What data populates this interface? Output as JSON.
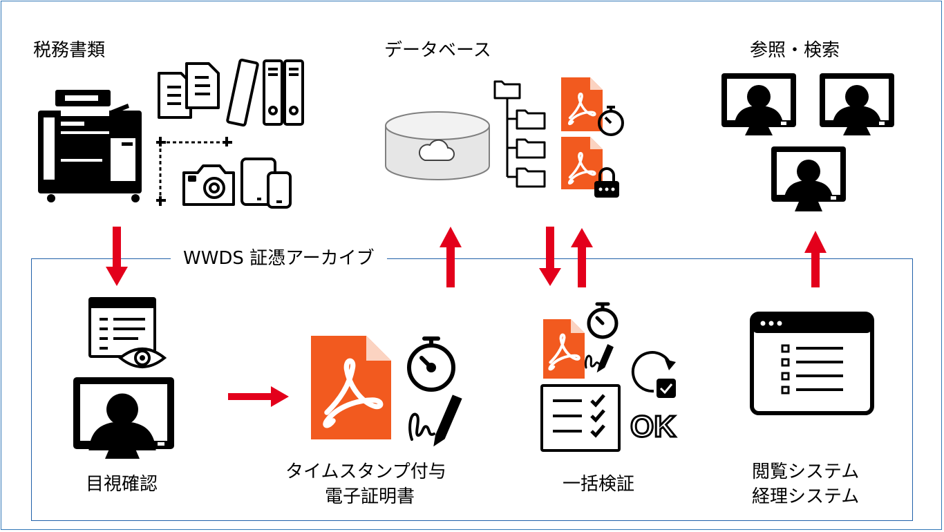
{
  "labels": {
    "tax_documents": "税務書類",
    "database": "データベース",
    "reference_search": "参照・検索",
    "archive_title": "WWDS 証憑アーカイブ",
    "visual_check": "目視確認",
    "timestamp_line1": "タイムスタンプ付与",
    "timestamp_line2": "電子証明書",
    "batch_verify": "一括検証",
    "viewer_line1": "閲覧システム",
    "viewer_line2": "経理システム",
    "ok_text": "OK"
  },
  "colors": {
    "arrow": "#e3001b",
    "pdf": "#f25a1f",
    "frame": "#2e75b6",
    "icon": "#000000"
  },
  "icons": [
    "copier-icon",
    "documents-icon",
    "binders-icon",
    "scan-frame-icon",
    "camera-icon",
    "tablet-icon",
    "smartphone-icon",
    "cloud-database-icon",
    "folder-tree-icon",
    "pdf-icon",
    "stopwatch-icon",
    "lock-icon",
    "user-monitor-icon",
    "eye-document-icon",
    "signature-pen-icon",
    "checklist-icon",
    "refresh-check-icon",
    "browser-list-icon"
  ]
}
